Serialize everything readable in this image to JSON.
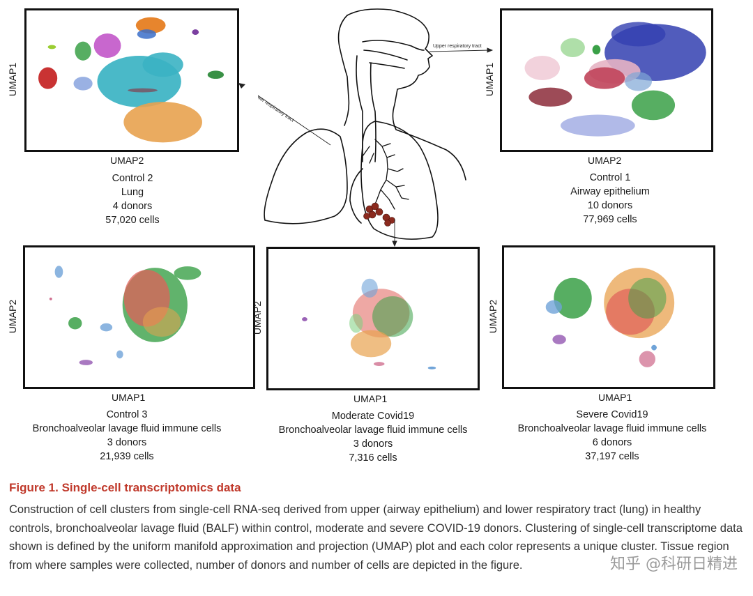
{
  "panels": {
    "control2": {
      "x_label": "UMAP2",
      "y_label": "UMAP1",
      "lines": [
        "Control 2",
        "Lung",
        "4 donors",
        "57,020 cells"
      ]
    },
    "control1": {
      "x_label": "UMAP2",
      "y_label": "UMAP1",
      "lines": [
        "Control 1",
        "Airway epithelium",
        "10 donors",
        "77,969 cells"
      ]
    },
    "control3": {
      "x_label": "UMAP1",
      "y_label": "UMAP2",
      "lines": [
        "Control 3",
        "Bronchoalveolar lavage fluid immune cells",
        "3 donors",
        "21,939 cells"
      ]
    },
    "moderate": {
      "x_label": "UMAP1",
      "y_label": "UMAP2",
      "lines": [
        "Moderate Covid19",
        "Bronchoalveolar lavage fluid immune cells",
        "3 donors",
        "7,316 cells"
      ]
    },
    "severe": {
      "x_label": "UMAP1",
      "y_label": "UMAP2",
      "lines": [
        "Severe Covid19",
        "Bronchoalveolar lavage fluid immune cells",
        "6 donors",
        "37,197 cells"
      ]
    }
  },
  "anatomy": {
    "upper_label": "Upper respiratory tract",
    "lower_label": "Lower respiratory tract"
  },
  "caption": {
    "title": "Figure 1.  Single-cell transcriptomics data",
    "body": "Construction of cell clusters from single-cell RNA-seq derived from upper (airway epithelium) and lower respiratory tract (lung) in healthy controls, bronchoalveolar lavage fluid (BALF) within control, moderate and severe COVID-19 donors. Clustering of single-cell transcriptome data shown is defined by the uniform manifold approximation and projection (UMAP) plot and each color represents a unique cluster. Tissue region from where samples were collected, number of donors and number of cells are depicted in the figure."
  },
  "watermark": "知乎 @科研日精进",
  "colors": {
    "caption_title": "#c0392b",
    "red": "#c62828",
    "orange": "#e67e22",
    "magenta": "#c257c9",
    "purple": "#7b3fa0",
    "teal": "#3bb3c3",
    "sand": "#e8a24f",
    "green": "#3aa047",
    "lightblue": "#8fa9e0",
    "navy": "#3340b0",
    "pink": "#e6b3c3",
    "maroon": "#8c2b3a",
    "lavender": "#a9b3e6",
    "lightgreen": "#a6dca0"
  }
}
